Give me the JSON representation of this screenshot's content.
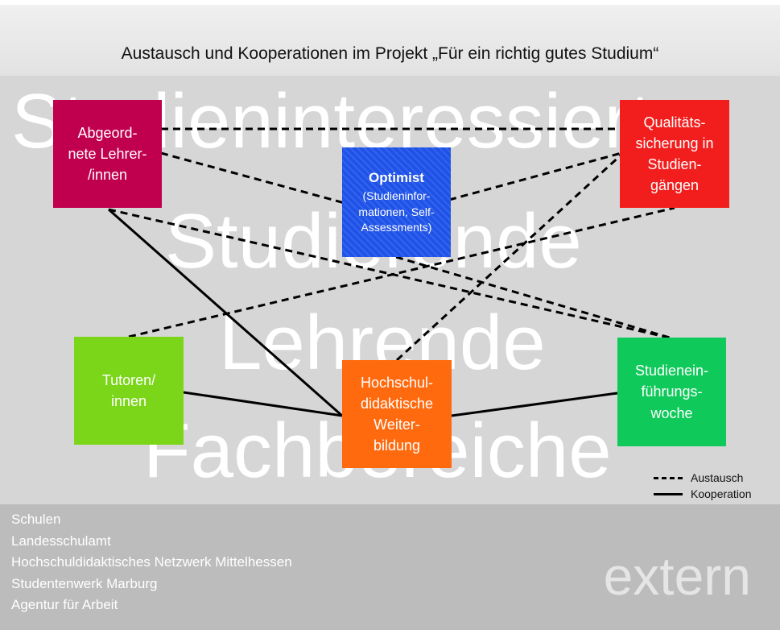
{
  "title": "Austausch und Kooperationen im Projekt „Für ein richtig gutes Studium“",
  "background_words": [
    "Studieninteressierte",
    "Studierende",
    "Lehrende",
    "Fachbereiche"
  ],
  "external_label": "extern",
  "nodes": {
    "lehrer": {
      "label": "Abgeord-\nnete Lehrer-\n/innen",
      "color": "#c0004f"
    },
    "optimist": {
      "title": "Optimist",
      "subtitle": "(Studieninfor-\nmationen, Self-\nAssessments)",
      "color": "#1e52e8"
    },
    "qualitaet": {
      "label": "Qualitäts-\nsicherung in\nStudien-\ngängen",
      "color": "#f21d1d"
    },
    "tutoren": {
      "label": "Tutoren/\ninnen",
      "color": "#7bd61a"
    },
    "hochschul": {
      "label": "Hochschul-\ndidaktische\nWeiter-\nbildung",
      "color": "#ff6a0f"
    },
    "studieneinfuehrung": {
      "label": "Studienein-\nführungs-\nwoche",
      "color": "#0fca5a"
    }
  },
  "connections": [
    {
      "from": "lehrer",
      "to": "qualitaet",
      "type": "Austausch"
    },
    {
      "from": "lehrer",
      "to": "optimist",
      "type": "Austausch"
    },
    {
      "from": "lehrer",
      "to": "studieneinfuehrung",
      "type": "Austausch"
    },
    {
      "from": "optimist",
      "to": "qualitaet",
      "type": "Austausch"
    },
    {
      "from": "optimist",
      "to": "studieneinfuehrung",
      "type": "Austausch"
    },
    {
      "from": "tutoren",
      "to": "qualitaet",
      "type": "Austausch"
    },
    {
      "from": "hochschul",
      "to": "qualitaet",
      "type": "Austausch"
    },
    {
      "from": "lehrer",
      "to": "hochschul",
      "type": "Kooperation"
    },
    {
      "from": "tutoren",
      "to": "hochschul",
      "type": "Kooperation"
    },
    {
      "from": "hochschul",
      "to": "studieneinfuehrung",
      "type": "Kooperation"
    }
  ],
  "legend": {
    "dashed": "Austausch",
    "solid": "Kooperation"
  },
  "external_partners": [
    "Schulen",
    "Landesschulamt",
    "Hochschuldidaktisches Netzwerk Mittelhessen",
    "Studentenwerk Marburg",
    "Agentur für Arbeit"
  ]
}
